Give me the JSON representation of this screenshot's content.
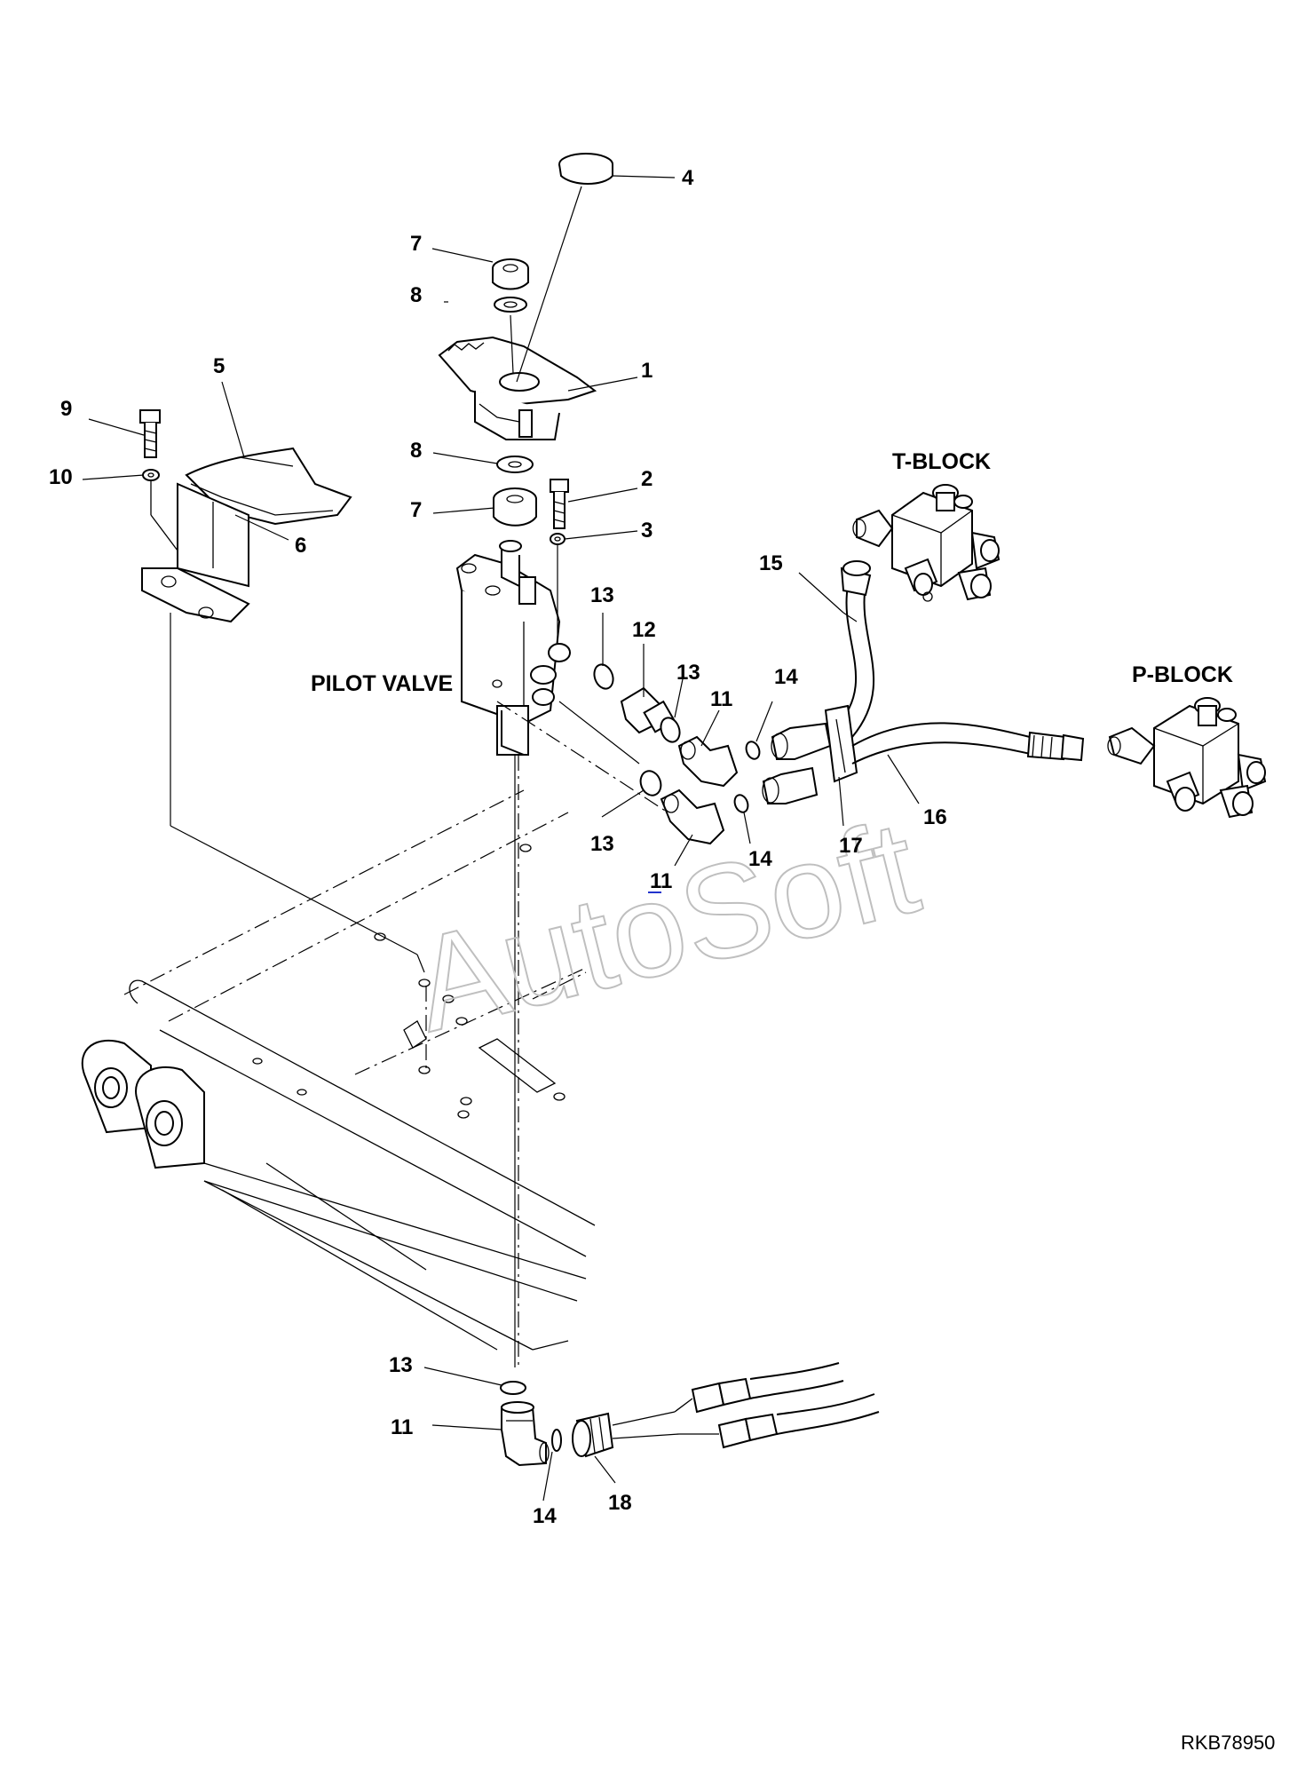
{
  "watermark": "AutoSoft",
  "drawing_code": "RKB78950",
  "assembly_labels": {
    "pilot_valve": "PILOT VALVE",
    "t_block": "T-BLOCK",
    "p_block": "P-BLOCK"
  },
  "callouts": [
    {
      "id": "c1",
      "text": "1"
    },
    {
      "id": "c2",
      "text": "2"
    },
    {
      "id": "c3",
      "text": "3"
    },
    {
      "id": "c4",
      "text": "4"
    },
    {
      "id": "c5",
      "text": "5"
    },
    {
      "id": "c6",
      "text": "6"
    },
    {
      "id": "c7a",
      "text": "7"
    },
    {
      "id": "c7b",
      "text": "7"
    },
    {
      "id": "c8a",
      "text": "8"
    },
    {
      "id": "c8b",
      "text": "8"
    },
    {
      "id": "c9",
      "text": "9"
    },
    {
      "id": "c10",
      "text": "10"
    },
    {
      "id": "c11a",
      "text": "11"
    },
    {
      "id": "c11b",
      "text": "11"
    },
    {
      "id": "c11c",
      "text": "11"
    },
    {
      "id": "c12",
      "text": "12"
    },
    {
      "id": "c13a",
      "text": "13"
    },
    {
      "id": "c13b",
      "text": "13"
    },
    {
      "id": "c13c",
      "text": "13"
    },
    {
      "id": "c13d",
      "text": "13"
    },
    {
      "id": "c14a",
      "text": "14"
    },
    {
      "id": "c14b",
      "text": "14"
    },
    {
      "id": "c14c",
      "text": "14"
    },
    {
      "id": "c15",
      "text": "15"
    },
    {
      "id": "c16",
      "text": "16"
    },
    {
      "id": "c17",
      "text": "17"
    },
    {
      "id": "c18",
      "text": "18"
    }
  ]
}
